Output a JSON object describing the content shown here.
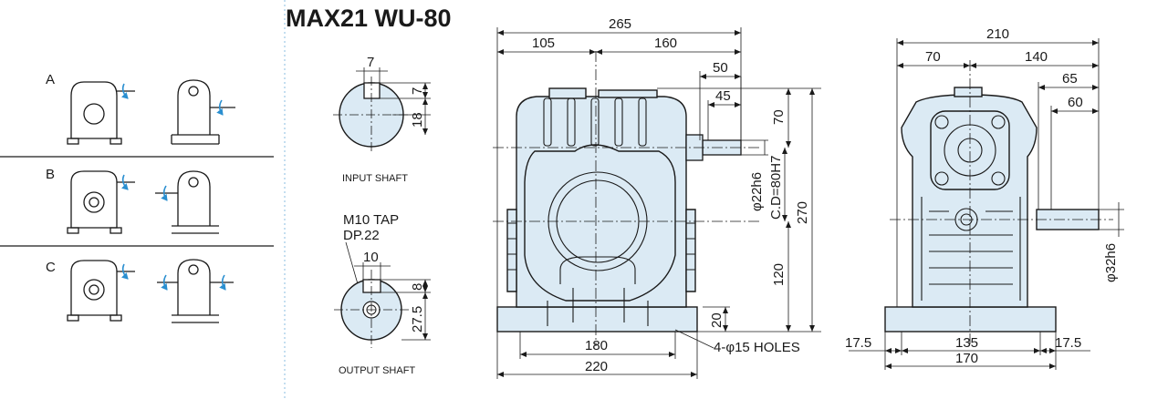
{
  "title": "MAX21 WU-80",
  "mounting": [
    {
      "letter": "A"
    },
    {
      "letter": "B"
    },
    {
      "letter": "C"
    }
  ],
  "input_shaft": {
    "caption": "INPUT SHAFT",
    "key_width": "7",
    "key_depth": "7",
    "center_to_key": "18"
  },
  "output_shaft": {
    "caption": "OUTPUT SHAFT",
    "tap": "M10 TAP",
    "depth": "DP.22",
    "key_width": "10",
    "key_depth": "8",
    "center_to_key": "27.5"
  },
  "front_view": {
    "overall_width": "265",
    "left_width": "105",
    "right_width": "160",
    "shaft_length_total": "50",
    "shaft_length_key": "45",
    "shaft_diameter": "φ22h6",
    "center_distance": "C.D=80H7",
    "top_to_center": "70",
    "overall_height": "270",
    "center_height": "120",
    "base_thickness": "20",
    "hole_span": "180",
    "base_width": "220",
    "holes": "4-φ15 HOLES"
  },
  "side_view": {
    "overall_width": "210",
    "left_width": "70",
    "right_width": "140",
    "shaft_length_total": "65",
    "shaft_length_key": "60",
    "shaft_diameter": "φ32h6",
    "base_margin_left": "17.5",
    "hole_span": "135",
    "base_margin_right": "17.5",
    "base_width": "170"
  },
  "colors": {
    "body_fill": "#dbeaf4",
    "line": "#1a1a1a",
    "arrow": "#2a8fd0",
    "divider": "#9cc7e6"
  }
}
